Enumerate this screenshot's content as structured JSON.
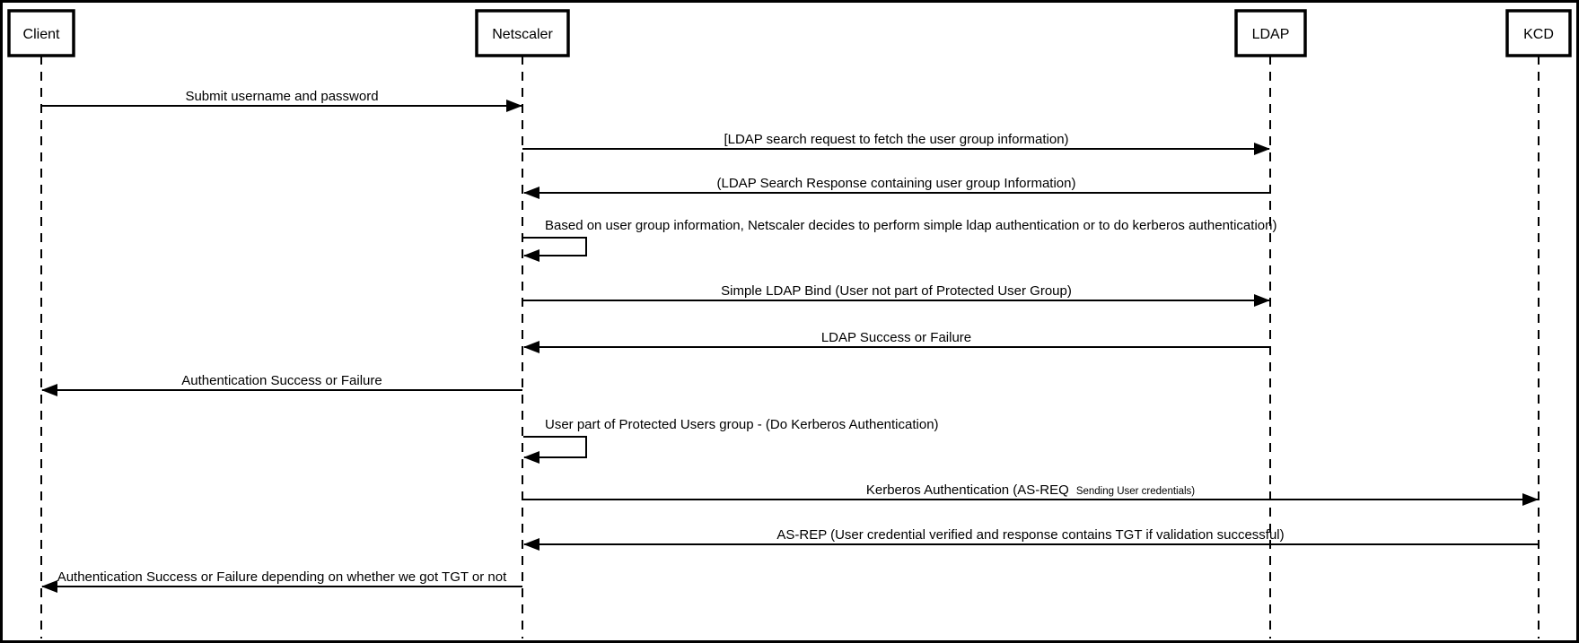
{
  "colors": {
    "line": "#000000",
    "background": "#ffffff"
  },
  "actors": [
    {
      "id": "client",
      "label": "Client"
    },
    {
      "id": "netscaler",
      "label": "Netscaler"
    },
    {
      "id": "ldap",
      "label": "LDAP"
    },
    {
      "id": "kcd",
      "label": "KCD"
    }
  ],
  "messages": [
    {
      "from": "Client",
      "to": "Netscaler",
      "type": "arrow",
      "label": "Submit username and password"
    },
    {
      "from": "Netscaler",
      "to": "LDAP",
      "type": "arrow",
      "label": "[LDAP search request to fetch the user group information)"
    },
    {
      "from": "LDAP",
      "to": "Netscaler",
      "type": "arrow",
      "label": "(LDAP Search Response containing user group Information)"
    },
    {
      "from": "Netscaler",
      "to": "Netscaler",
      "type": "self",
      "label": "Based on user group information, Netscaler decides to perform simple ldap authentication or to do kerberos authentication)"
    },
    {
      "from": "Netscaler",
      "to": "LDAP",
      "type": "arrow",
      "label": "Simple LDAP Bind (User not part of Protected User Group)"
    },
    {
      "from": "LDAP",
      "to": "Netscaler",
      "type": "arrow",
      "label": "LDAP Success or Failure"
    },
    {
      "from": "Netscaler",
      "to": "Client",
      "type": "arrow",
      "label": "Authentication Success or Failure"
    },
    {
      "from": "Netscaler",
      "to": "Netscaler",
      "type": "self",
      "label": "User part of Protected Users group - (Do Kerberos Authentication)"
    },
    {
      "from": "Netscaler",
      "to": "KCD",
      "type": "arrow",
      "label": "Kerberos Authentication (AS-REQ",
      "label_small": "Sending User credentials)"
    },
    {
      "from": "KCD",
      "to": "Netscaler",
      "type": "arrow",
      "label": "AS-REP (User credential verified and response contains TGT if validation successful)"
    },
    {
      "from": "Netscaler",
      "to": "Client",
      "type": "arrow",
      "label": "Authentication Success or Failure depending on whether we got TGT or not"
    }
  ]
}
